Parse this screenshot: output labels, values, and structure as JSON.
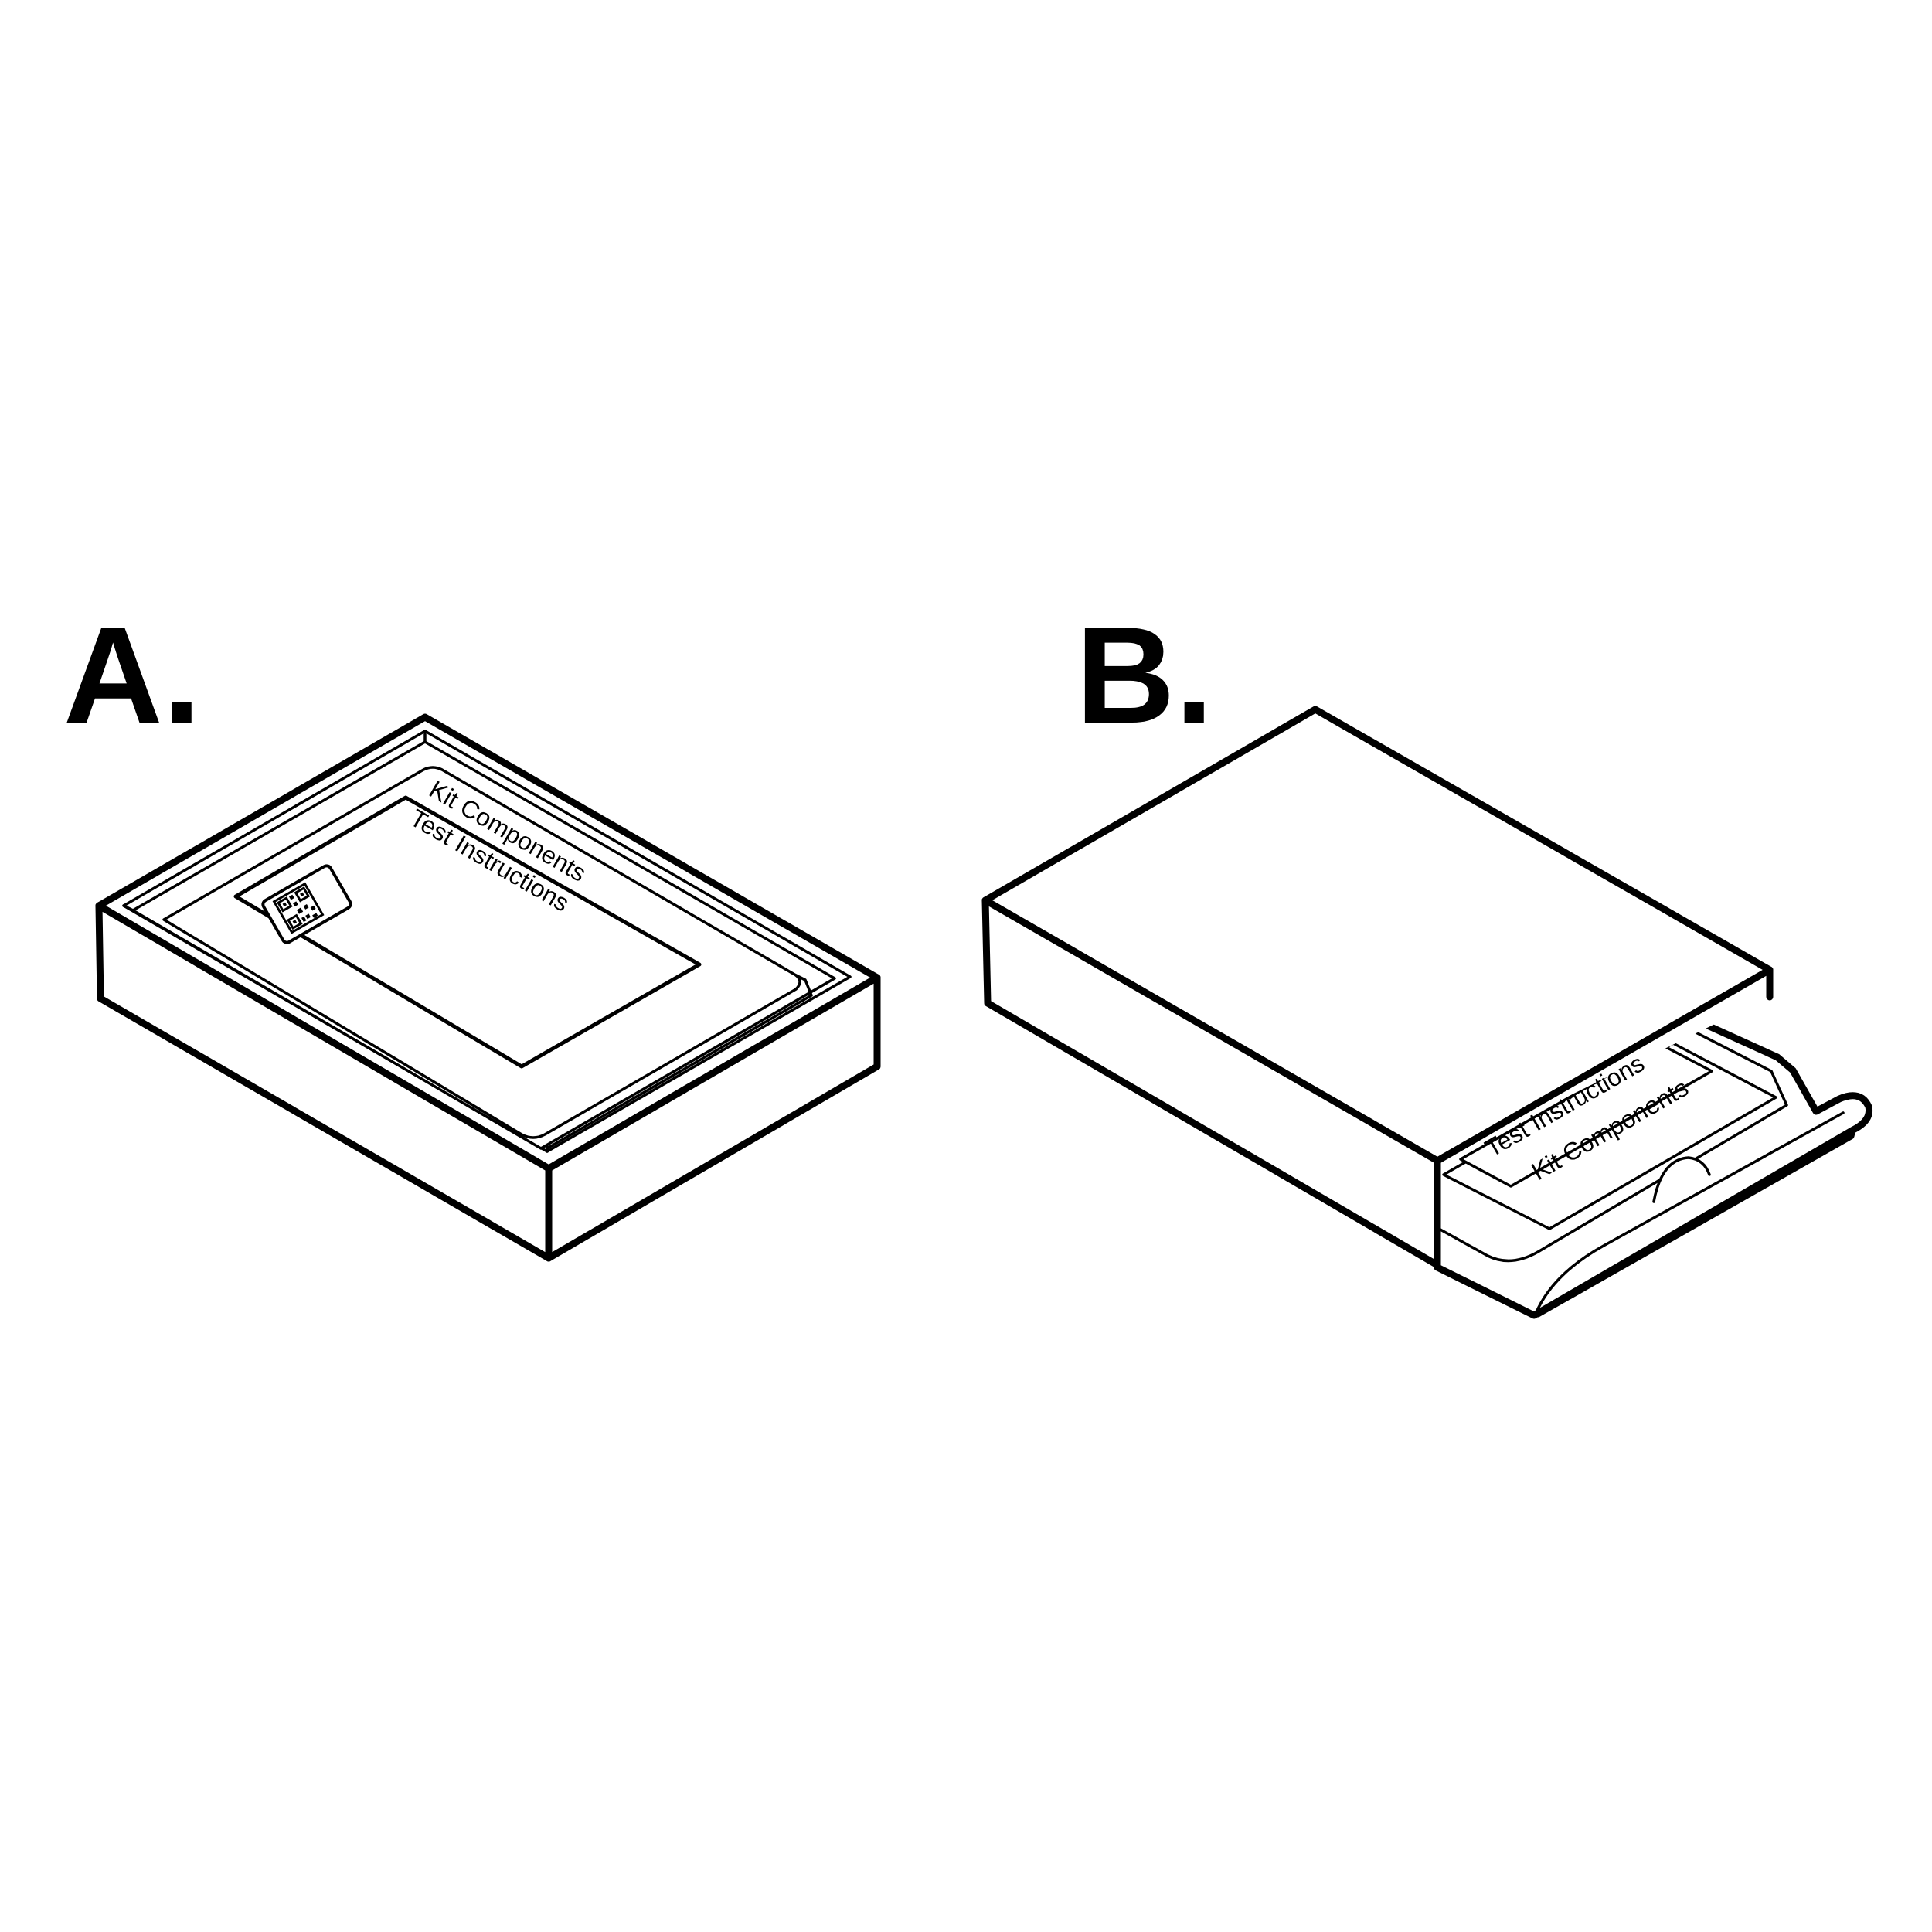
{
  "panels": [
    {
      "label": "A.",
      "inner_label": "Kit Components",
      "card_label": "Test Instructions",
      "qr_icon": "qr-code-icon"
    },
    {
      "label": "B.",
      "inner_label": "Kit Components",
      "card_label": "Test Instructions"
    }
  ],
  "colors": {
    "ink": "#000000",
    "paper": "#ffffff"
  }
}
